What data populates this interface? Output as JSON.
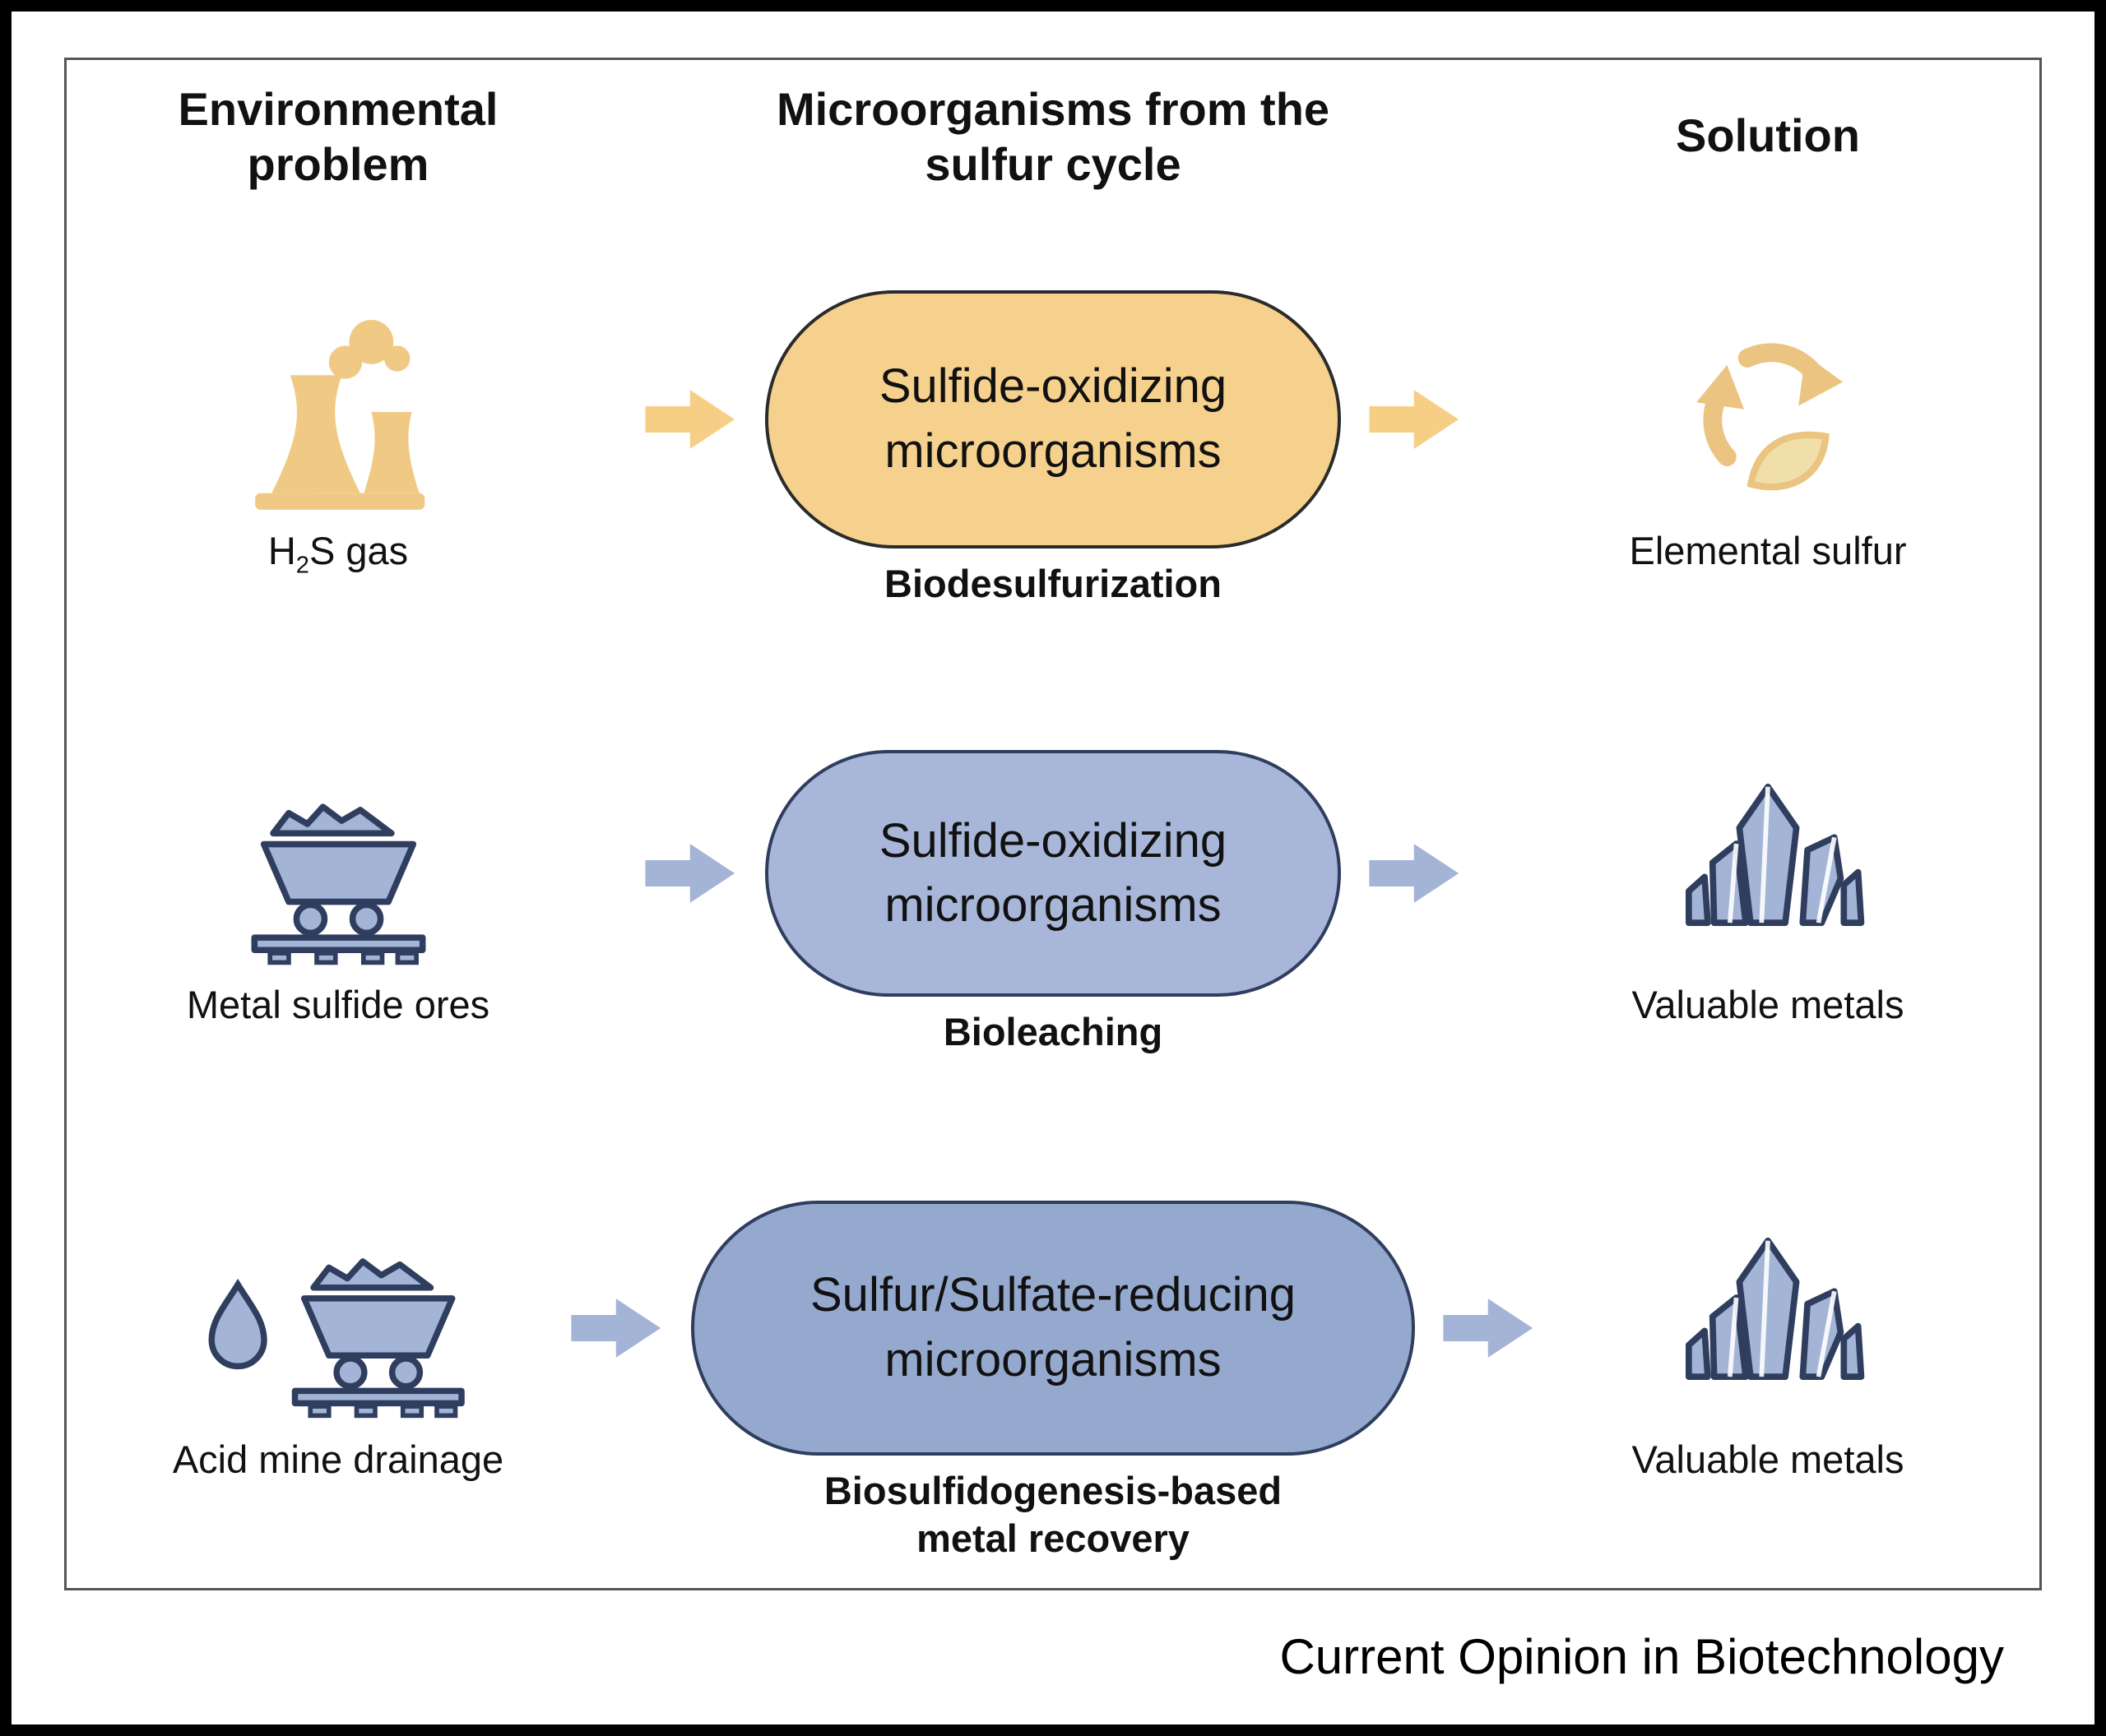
{
  "header": {
    "problem": "Environmental problem",
    "microorganisms": "Microorganisms from the sulfur cycle",
    "solution": "Solution"
  },
  "rows": [
    {
      "theme": "yellow",
      "problem": {
        "icon": "factory-h2s-icon",
        "label_pre": "H",
        "label_sub": "2",
        "label_post": "S gas"
      },
      "pill": "Sulfide-oxidizing microorganisms",
      "process": "Biodesulfurization",
      "solution": {
        "icon": "recycle-sulfur-icon",
        "label": "Elemental sulfur"
      }
    },
    {
      "theme": "blue",
      "problem": {
        "icon": "mine-cart-icon",
        "label": "Metal sulfide ores"
      },
      "pill": "Sulfide-oxidizing microorganisms",
      "process": "Bioleaching",
      "solution": {
        "icon": "crystals-icon",
        "label": "Valuable metals"
      }
    },
    {
      "theme": "blue-dark",
      "problem": {
        "icon": "water-drop-mine-cart-icon",
        "label": "Acid mine drainage"
      },
      "pill": "Sulfur/Sulfate-reducing microorganisms",
      "process_line1": "Biosulfidogenesis-based",
      "process_line2": "metal recovery",
      "solution": {
        "icon": "crystals-icon",
        "label": "Valuable metals"
      }
    }
  ],
  "credit": "Current Opinion in Biotechnology",
  "colors": {
    "yellow_fill": "#F5D18D",
    "yellow_icon": "#F0CA85",
    "yellow_leaf": "#F0DFA9",
    "blue_fill": "#A8B7D9",
    "blue_dark_fill": "#95A8CE",
    "blue_icon": "#A3B4D7",
    "outline_navy": "#2F3E5E",
    "outline_dark": "#2B2B2B"
  }
}
